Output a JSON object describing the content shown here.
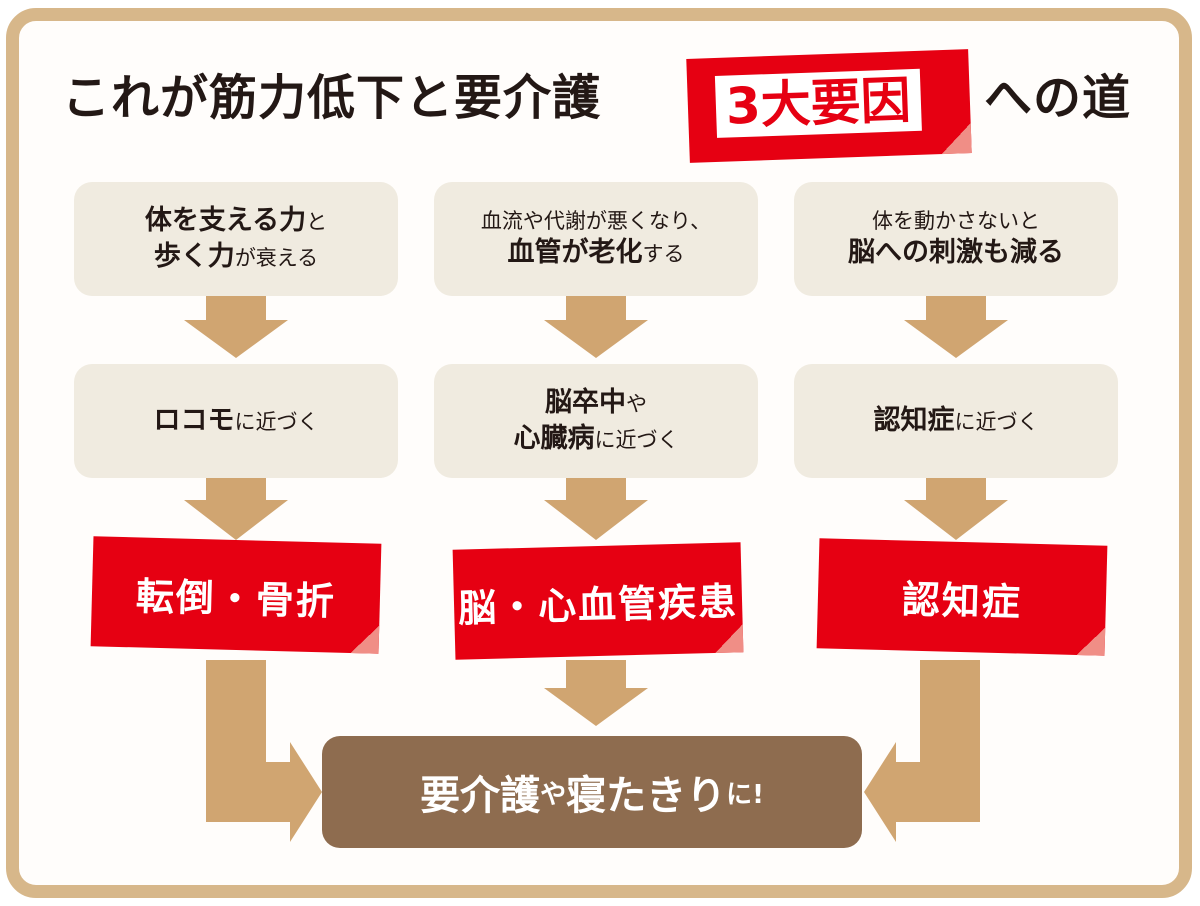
{
  "title": {
    "prefix": "これが筋力低下と要介護",
    "badge": "3大要因",
    "suffix": "への道"
  },
  "columns": [
    {
      "cause": [
        {
          "text": "体を支える力",
          "style": "strong"
        },
        {
          "text": "と",
          "style": "light"
        },
        {
          "text": "歩く力",
          "style": "strong"
        },
        {
          "text": "が衰える",
          "style": "light"
        }
      ],
      "approach": [
        {
          "text": "ロコモ",
          "style": "strong"
        },
        {
          "text": "に近づく",
          "style": "light"
        }
      ],
      "result": "転倒・骨折"
    },
    {
      "cause": [
        {
          "text": "血流や代謝が悪くなり、",
          "style": "light"
        },
        {
          "text": "血管が老化",
          "style": "strong"
        },
        {
          "text": "する",
          "style": "light"
        }
      ],
      "approach": [
        {
          "text": "脳卒中",
          "style": "strong"
        },
        {
          "text": "や",
          "style": "light"
        },
        {
          "text": "心臓病",
          "style": "strong"
        },
        {
          "text": "に近づく",
          "style": "light"
        }
      ],
      "result": "脳・心血管疾患"
    },
    {
      "cause": [
        {
          "text": "体を動かさないと",
          "style": "light"
        },
        {
          "text": "脳への刺激も減る",
          "style": "strong"
        }
      ],
      "approach": [
        {
          "text": "認知症",
          "style": "strong"
        },
        {
          "text": "に近づく",
          "style": "light"
        }
      ],
      "result": "認知症"
    }
  ],
  "final": {
    "part1": "要介護",
    "part2": "や",
    "part3": "寝たきり",
    "part4": "に!"
  },
  "colors": {
    "frame": "#d7b78a",
    "box": "#f0ebe0",
    "arrow": "#d0a571",
    "accent_red": "#e60012",
    "final_brown": "#8e6c4f",
    "text": "#231815"
  }
}
